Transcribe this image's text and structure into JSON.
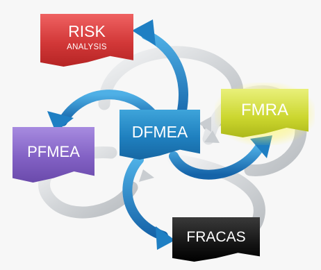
{
  "diagram": {
    "nodes": {
      "risk": {
        "label": "RISK",
        "sublabel": "ANALYSIS",
        "color": "#d23838"
      },
      "fmra": {
        "label": "FMRA",
        "color": "#cbd62e"
      },
      "pfmea": {
        "label": "PFMEA",
        "color": "#8261c4"
      },
      "dfmea": {
        "label": "DFMEA",
        "color": "#1f80bf"
      },
      "fracas": {
        "label": "FRACAS",
        "color": "#141414"
      }
    },
    "colors": {
      "arrow_blue": "#1f7fc3",
      "ring_grey": "#d9dcdf",
      "glow_yellow": "#f4ef52"
    }
  }
}
